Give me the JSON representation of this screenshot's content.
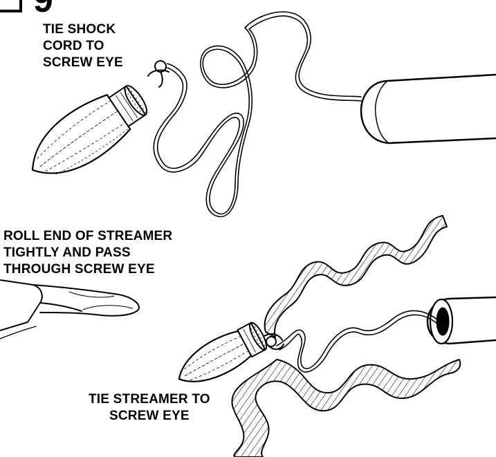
{
  "step": {
    "number": "9"
  },
  "labels": {
    "tie_shock_cord": [
      "TIE SHOCK",
      "CORD TO",
      "SCREW EYE"
    ],
    "roll_streamer": [
      "ROLL END OF STREAMER",
      "TIGHTLY AND PASS",
      "THROUGH SCREW EYE"
    ],
    "tie_streamer": [
      "TIE STREAMER TO",
      "SCREW EYE"
    ]
  },
  "colors": {
    "ink": "#000000",
    "paper": "#ffffff"
  }
}
